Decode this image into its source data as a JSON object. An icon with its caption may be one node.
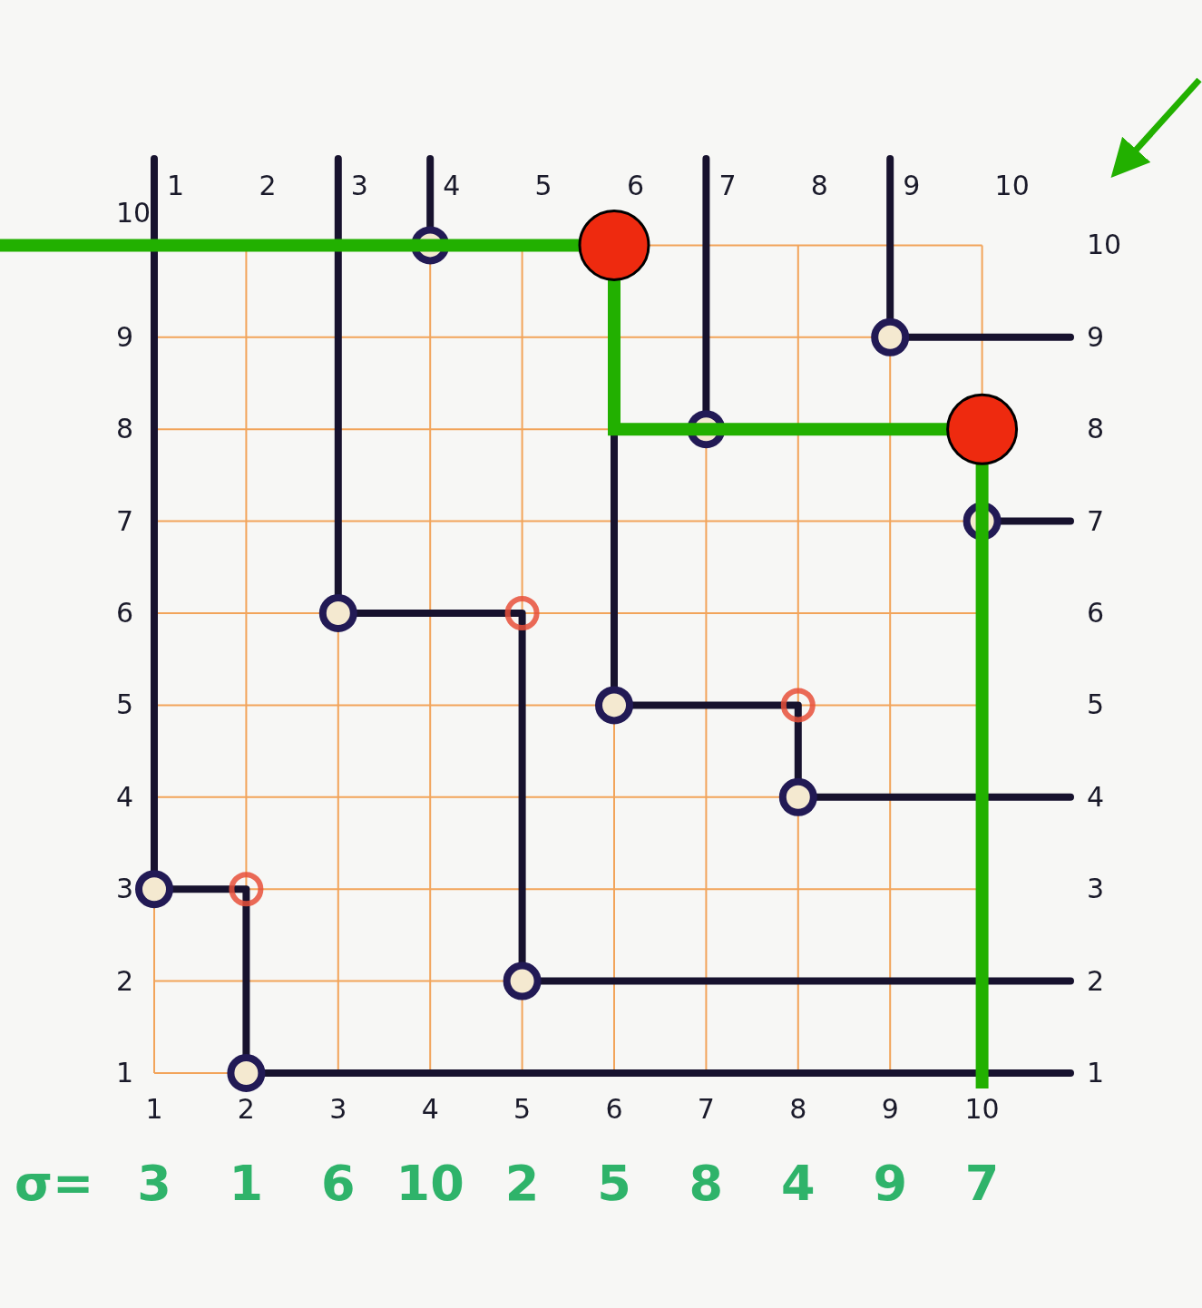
{
  "diagram": {
    "labels": [
      "1",
      "2",
      "3",
      "4",
      "5",
      "6",
      "7",
      "8",
      "9",
      "10",
      "10",
      "9",
      "8",
      "7",
      "6",
      "5",
      "4",
      "3",
      "2",
      "1",
      "10",
      "9",
      "8",
      "7",
      "6",
      "5",
      "4",
      "3",
      "2",
      "1",
      "1",
      "2",
      "3",
      "4",
      "5",
      "6",
      "7",
      "8",
      "9",
      "10",
      "σ=",
      "3",
      "1",
      "6",
      "10",
      "2",
      "5",
      "8",
      "4",
      "9",
      "7"
    ]
  }
}
